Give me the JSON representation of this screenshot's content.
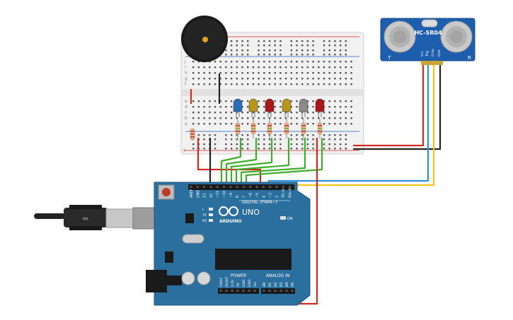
{
  "sensor": {
    "model": "HC-SR04",
    "pins": [
      "Vcc",
      "Trig",
      "Echo",
      "Gnd"
    ],
    "corner_left": "T",
    "corner_right": "R"
  },
  "arduino": {
    "brand": "ARDUINO",
    "model": "UNO",
    "digital_label": "DIGITAL (PWM~)",
    "top_pins": [
      "AREF",
      "GND",
      "13",
      "12",
      "~11",
      "~10",
      "~9",
      "8",
      "7",
      "~6",
      "~5",
      "4",
      "~3",
      "2",
      "TX→1",
      "RX←0"
    ],
    "power_label": "POWER",
    "analog_label": "ANALOG IN",
    "power_pins": [
      "IOREF",
      "RESET",
      "3.3V",
      "5V",
      "GND",
      "GND",
      "Vin"
    ],
    "analog_pins": [
      "A0",
      "A1",
      "A2",
      "A3",
      "A4",
      "A5"
    ],
    "led_labels": [
      "L",
      "TX",
      "RX"
    ],
    "on_label": "ON"
  },
  "breadboard": {
    "row_letters_top": [
      "j",
      "i",
      "h",
      "g",
      "f"
    ],
    "row_letters_bottom": [
      "e",
      "d",
      "c",
      "b",
      "a"
    ],
    "columns": 30
  },
  "leds": [
    {
      "color": "#2a6fb5"
    },
    {
      "color": "#b8961c"
    },
    {
      "color": "#a8181a"
    },
    {
      "color": "#b8961c"
    },
    {
      "color": "#8a8a8a"
    },
    {
      "color": "#a8181a"
    }
  ],
  "wire_colors": {
    "red": "#d32a22",
    "black": "#222222",
    "green": "#3fae2a",
    "yellow": "#f2c318",
    "blue": "#2e8fd8"
  },
  "colors": {
    "board": "#2b6f9f",
    "breadboard": "#f1f1f1",
    "sensor": "#1d5fae"
  }
}
